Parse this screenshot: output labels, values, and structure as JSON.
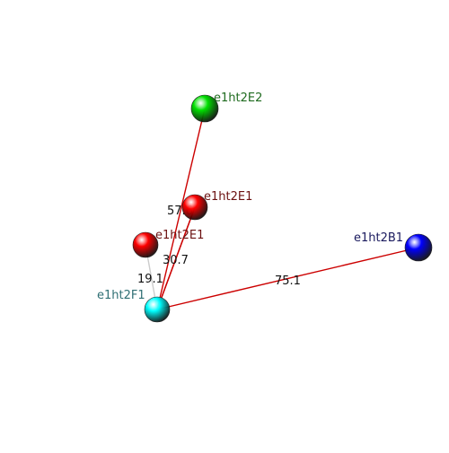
{
  "atoms": [
    {
      "id": "F1",
      "label": "e1ht2F1",
      "color": "#00ffff",
      "label_color": "#2f6f74"
    },
    {
      "id": "E2",
      "label": "e1ht2E2",
      "color": "#00e000",
      "label_color": "#1f6b1f"
    },
    {
      "id": "E1a",
      "label": "e1ht2E1",
      "color": "#ff0000",
      "label_color": "#6b1010"
    },
    {
      "id": "E1b",
      "label": "e1ht2E1",
      "color": "#ff0000",
      "label_color": "#6b1010"
    },
    {
      "id": "B1",
      "label": "e1ht2B1",
      "color": "#0000ff",
      "label_color": "#1a1a5e"
    }
  ],
  "bonds": [
    {
      "from": "F1",
      "to": "E2",
      "color": "#cc0000",
      "label": ""
    },
    {
      "from": "F1",
      "to": "E1a",
      "color": "#cc0000",
      "label": "57.6"
    },
    {
      "from": "F1",
      "to": "E1b",
      "color": "#cccccc",
      "label": "19.1"
    },
    {
      "from": "F1",
      "to": "E1a",
      "color": "#cc0000",
      "label": "30.7"
    },
    {
      "from": "F1",
      "to": "B1",
      "color": "#cc0000",
      "label": "75.1"
    }
  ]
}
